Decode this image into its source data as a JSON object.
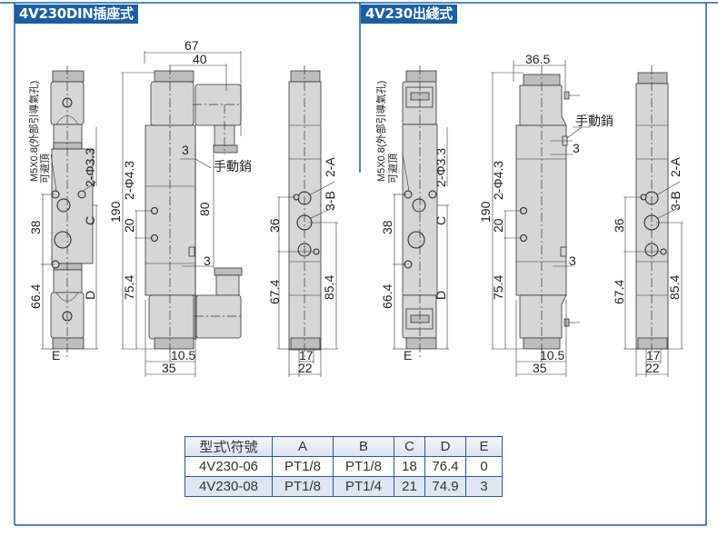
{
  "panels": [
    {
      "title": "4V230DIN插座式",
      "labels": {
        "port_thread": "M5X0.8(外部引導氣孔)",
        "avoid_top": "可避頂",
        "hole_small": "2-Φ3.3",
        "dim_38": "38",
        "dim_66_4": "66.4",
        "C": "C",
        "D": "D",
        "E": "E",
        "width_67": "67",
        "width_40": "40",
        "height_190": "190",
        "hole_large": "2-Φ4.3",
        "dim_20": "20",
        "dim_75_4": "75.4",
        "dim_80": "80",
        "dim_3a": "3",
        "dim_3b": "3",
        "manual_pin": "手動銷",
        "dim_10_5": "10.5",
        "dim_35": "35",
        "dim_36": "36",
        "dim_67_4": "67.4",
        "dim_85_4": "85.4",
        "port_A": "2-A",
        "port_B": "3-B",
        "dim_17": "17",
        "dim_22": "22"
      }
    },
    {
      "title": "4V230出綫式",
      "labels": {
        "port_thread": "M5X0.8(外部引導氣孔)",
        "avoid_top": "可避頂",
        "hole_small": "2-Φ3.3",
        "dim_38": "38",
        "dim_66_4": "66.4",
        "C": "C",
        "D": "D",
        "E": "E",
        "width_36_5": "36.5",
        "height_190": "190",
        "hole_large": "2-Φ4.3",
        "dim_20": "20",
        "dim_75_4": "75.4",
        "dim_3a": "3",
        "dim_3b": "3",
        "manual_pin": "手動銷",
        "dim_10_5": "10.5",
        "dim_35": "35",
        "dim_36": "36",
        "dim_67_4": "67.4",
        "dim_85_4": "85.4",
        "port_A": "2-A",
        "port_B": "3-B",
        "dim_17": "17",
        "dim_22": "22"
      }
    }
  ],
  "spec_table": {
    "headers": [
      "型式\\符號",
      "A",
      "B",
      "C",
      "D",
      "E"
    ],
    "rows": [
      [
        "4V230-06",
        "PT1/8",
        "PT1/8",
        "18",
        "76.4",
        "0"
      ],
      [
        "4V230-08",
        "PT1/8",
        "PT1/4",
        "21",
        "74.9",
        "3"
      ]
    ]
  },
  "colors": {
    "accent": "#1b5ea6",
    "part_fill": "#d6d6d6",
    "table_border": "#2a55a8"
  }
}
